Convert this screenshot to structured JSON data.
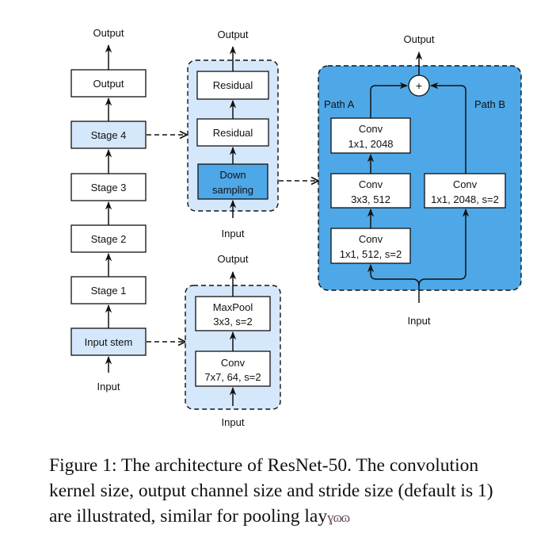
{
  "colors": {
    "light_blue": "#d4e7fb",
    "medium_blue": "#4ea8e8",
    "outline": "#111111",
    "white": "#ffffff"
  },
  "overview_column": {
    "top_label": "Output",
    "bottom_label": "Input",
    "blocks": [
      {
        "label": "Output",
        "highlighted": false
      },
      {
        "label": "Stage 4",
        "highlighted": true
      },
      {
        "label": "Stage 3",
        "highlighted": false
      },
      {
        "label": "Stage 2",
        "highlighted": false
      },
      {
        "label": "Stage 1",
        "highlighted": false
      },
      {
        "label": "Input stem",
        "highlighted": true
      }
    ]
  },
  "stage_detail": {
    "top_label": "Output",
    "bottom_label": "Input",
    "blocks": [
      {
        "label_line1": "Residual"
      },
      {
        "label_line1": "Residual"
      },
      {
        "label_line1": "Down",
        "label_line2": "sampling"
      }
    ]
  },
  "stem_detail": {
    "top_label": "Output",
    "bottom_label": "Input",
    "blocks": [
      {
        "label_line1": "MaxPool",
        "label_line2": "3x3, s=2"
      },
      {
        "label_line1": "Conv",
        "label_line2": "7x7, 64, s=2"
      }
    ]
  },
  "downsampling_detail": {
    "top_label": "Output",
    "bottom_label": "Input",
    "add_symbol": "+",
    "path_a": {
      "label": "Path A",
      "blocks": [
        {
          "label_line1": "Conv",
          "label_line2": "1x1, 2048"
        },
        {
          "label_line1": "Conv",
          "label_line2": "3x3, 512"
        },
        {
          "label_line1": "Conv",
          "label_line2": "1x1, 512, s=2"
        }
      ]
    },
    "path_b": {
      "label": "Path B",
      "blocks": [
        {
          "label_line1": "Conv",
          "label_line2": "1x1, 2048, s=2"
        }
      ]
    }
  },
  "caption": {
    "line1": "Figure 1: The architecture of ResNet-50. The convolution",
    "line2": "kernel size, output channel size and stride size (default is 1)",
    "line3": "are illustrated, similar for pooling lay",
    "line3_garbled_tail": "ɣɷɷ"
  }
}
